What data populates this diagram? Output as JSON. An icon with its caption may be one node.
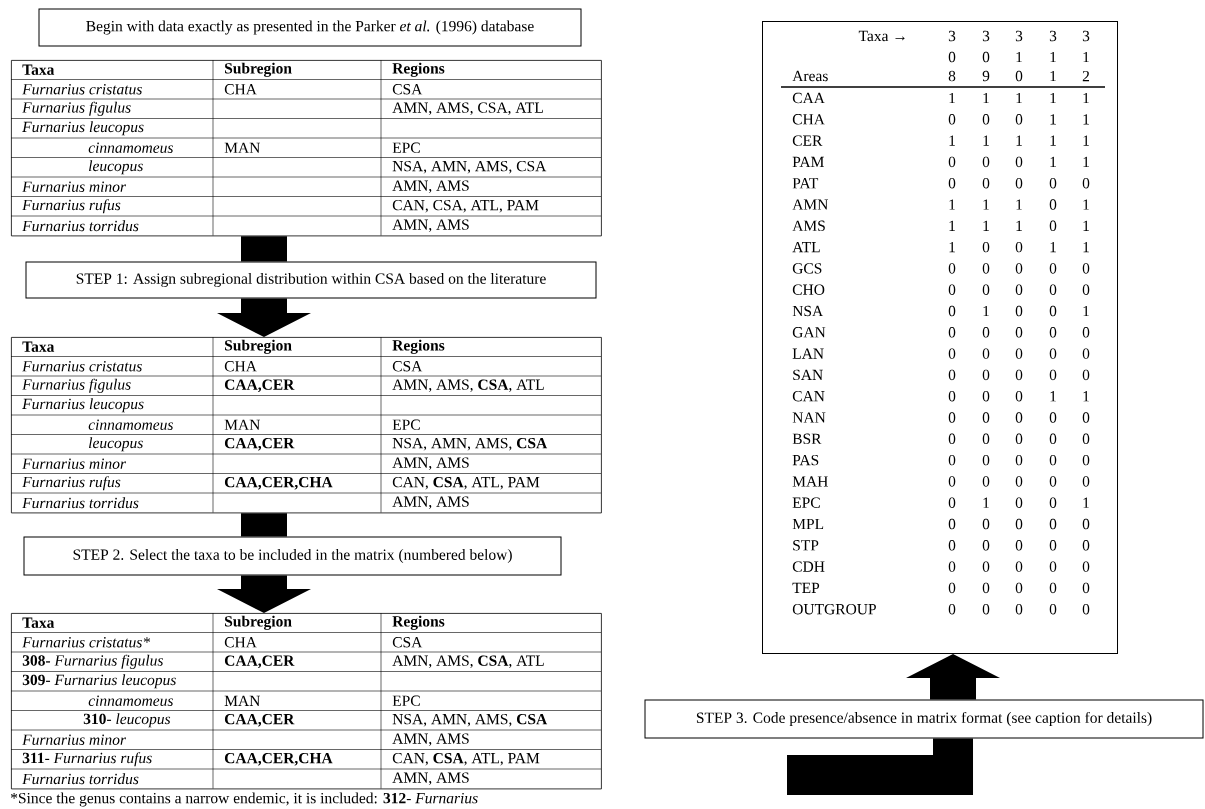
{
  "diagram": {
    "nodes": [
      {
        "text": [
          "Begin with data exactly as presented in the Parker *et al.* (1996) database"
        ]
      },
      {
        "text": [
          "Taxa",
          "Subregion",
          "Regions",
          "Furnarius cristatus",
          "CHA",
          "CSA",
          "Furnarius figulus",
          "AMN, AMS, CSA, ATL",
          "Furnarius leucopus",
          "cinnamomeus",
          "MAN",
          "EPC",
          "leucopus",
          "NSA, AMN, AMS, CSA",
          "Furnarius minor",
          "AMN, AMS",
          "Furnarius rufus",
          "CAN, CSA, ATL, PAM",
          "Furnarius torridus",
          "AMN, AMS"
        ]
      },
      {
        "text": [
          "STEP 1: Assign subregional distribution within CSA based on the literature"
        ]
      },
      {
        "text": [
          "Taxa",
          "Subregion",
          "Regions",
          "Furnarius cristatus",
          "CHA",
          "CSA",
          "Furnarius figulus",
          "CAA,CER",
          "AMN, AMS, **CSA**, ATL",
          "Furnarius leucopus",
          "cinnamomeus",
          "MAN",
          "EPC",
          "leucopus",
          "CAA,CER",
          "NSA, AMN, AMS, **CSA**",
          "Furnarius minor",
          "AMN, AMS",
          "Furnarius rufus",
          "CAA,CER,CHA",
          "CAN, **CSA**, ATL, PAM",
          "Furnarius torridus",
          "AMN, AMS"
        ]
      },
      {
        "text": [
          "STEP 2. Select the taxa to be included in the matrix (numbered below)"
        ]
      },
      {
        "text": [
          "Taxa",
          "Subregion",
          "Regions",
          "Furnarius cristatus*",
          "CHA",
          "CSA",
          "**308-** *Furnarius figulus*",
          "CAA,CER",
          "AMN, AMS, **CSA**, ATL",
          "**309**- *Furnarius leucopus*",
          "cinnamomeus",
          "MAN",
          "EPC",
          "**310**- *leucopus*",
          "CAA,CER",
          "NSA, AMN, AMS, **CSA**",
          "Furnarius minor",
          "AMN, AMS",
          "**311**- *Furnarius rufus*",
          "CAA,CER,CHA",
          "CAN, **CSA**, ATL, PAM",
          "Furnarius torridus",
          "AMN, AMS"
        ],
        "beside": [
          "*Since the genus contains a narrow endemic, it is included: **312**- *Furnarius*"
        ]
      },
      {
        "text": [
          "STEP 3. Code presence/absence in matrix format (see caption for details)"
        ]
      },
      {
        "text": [
          "Taxa →",
          "3",
          "3",
          "3",
          "3",
          "3",
          "0",
          "0",
          "1",
          "1",
          "1",
          "Areas",
          "8",
          "9",
          "0",
          "1",
          "2",
          "CAA",
          "1",
          "1",
          "1",
          "1",
          "1",
          "CHA",
          "0",
          "0",
          "0",
          "1",
          "1",
          "CER",
          "1",
          "1",
          "1",
          "1",
          "1",
          "PAM",
          "0",
          "0",
          "0",
          "1",
          "1",
          "PAT",
          "0",
          "0",
          "0",
          "0",
          "0",
          "AMN",
          "1",
          "1",
          "1",
          "0",
          "1",
          "AMS",
          "1",
          "1",
          "1",
          "0",
          "1",
          "ATL",
          "1",
          "0",
          "0",
          "1",
          "1",
          "GCS",
          "0",
          "0",
          "0",
          "0",
          "0",
          "CHO",
          "0",
          "0",
          "0",
          "0",
          "0",
          "NSA",
          "0",
          "1",
          "0",
          "0",
          "1",
          "GAN",
          "0",
          "0",
          "0",
          "0",
          "0",
          "LAN",
          "0",
          "0",
          "0",
          "0",
          "0",
          "SAN",
          "0",
          "0",
          "0",
          "0",
          "0",
          "CAN",
          "0",
          "0",
          "0",
          "1",
          "1",
          "NAN",
          "0",
          "0",
          "0",
          "0",
          "0",
          "BSR",
          "0",
          "0",
          "0",
          "0",
          "0",
          "PAS",
          "0",
          "0",
          "0",
          "0",
          "0",
          "MAH",
          "0",
          "0",
          "0",
          "0",
          "0",
          "EPC",
          "0",
          "1",
          "0",
          "0",
          "1",
          "MPL",
          "0",
          "0",
          "0",
          "0",
          "0",
          "STP",
          "0",
          "0",
          "0",
          "0",
          "0",
          "CDH",
          "0",
          "0",
          "0",
          "0",
          "0",
          "TEP",
          "0",
          "0",
          "0",
          "0",
          "0",
          "OUTGROUP",
          "0",
          "0",
          "0",
          "0",
          "0"
        ]
      }
    ],
    "edges": [
      {
        "from": 1,
        "to": 2,
        "arrow": "none"
      },
      {
        "from": 2,
        "to": 3,
        "arrow": "to"
      },
      {
        "from": 3,
        "to": 4,
        "arrow": "none"
      },
      {
        "from": 4,
        "to": 5,
        "arrow": "to"
      },
      {
        "from": null,
        "to": 6,
        "arrow": "none"
      },
      {
        "from": 6,
        "to": 7,
        "arrow": "to"
      }
    ]
  }
}
